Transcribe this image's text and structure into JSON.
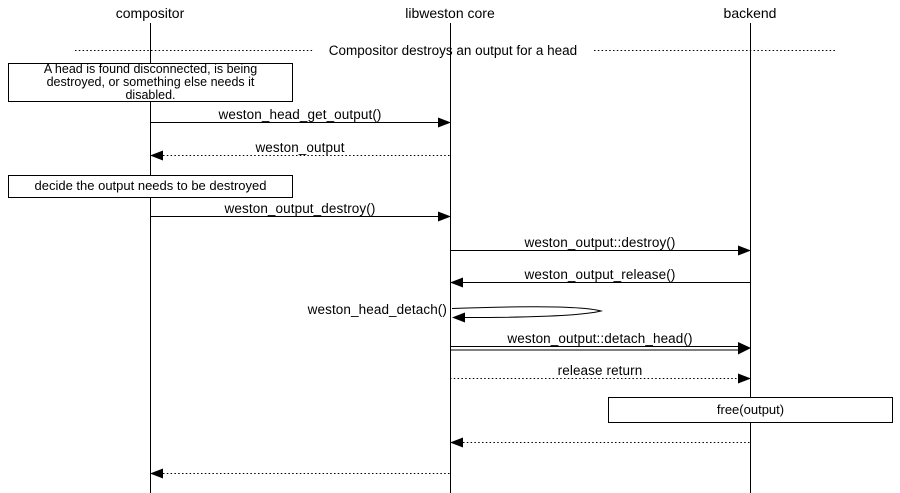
{
  "colors": {
    "ink": "#000000",
    "paper": "#ffffff"
  },
  "participants": [
    {
      "label": "compositor"
    },
    {
      "label": "libweston core"
    },
    {
      "label": "backend"
    }
  ],
  "divider": {
    "label": "Compositor destroys an output for a head"
  },
  "note_disconnect": {
    "lines": [
      "A head is found disconnected, is being",
      "destroyed, or something else needs it",
      "disabled."
    ]
  },
  "note_decide": {
    "label": "decide the output needs to be destroyed"
  },
  "note_free": {
    "label": "free(output)"
  },
  "messages": [
    {
      "label": "weston_head_get_output()",
      "from": "compositor",
      "to": "libweston core",
      "line": "solid"
    },
    {
      "label": "weston_output",
      "from": "libweston core",
      "to": "compositor",
      "line": "dotted"
    },
    {
      "label": "weston_output_destroy()",
      "from": "compositor",
      "to": "libweston core",
      "line": "solid"
    },
    {
      "label": "weston_output::destroy()",
      "from": "libweston core",
      "to": "backend",
      "line": "solid"
    },
    {
      "label": "weston_output_release()",
      "from": "backend",
      "to": "libweston core",
      "line": "solid"
    },
    {
      "label": "weston_head_detach()",
      "from": "libweston core",
      "to": "libweston core",
      "line": "solid",
      "self": true
    },
    {
      "label": "weston_output::detach_head()",
      "from": "libweston core",
      "to": "backend",
      "line": "solid"
    },
    {
      "label": "release return",
      "from": "libweston core",
      "to": "backend",
      "line": "dotted"
    },
    {
      "label": "",
      "from": "backend",
      "to": "libweston core",
      "line": "dotted"
    },
    {
      "label": "",
      "from": "libweston core",
      "to": "compositor",
      "line": "dotted"
    }
  ]
}
